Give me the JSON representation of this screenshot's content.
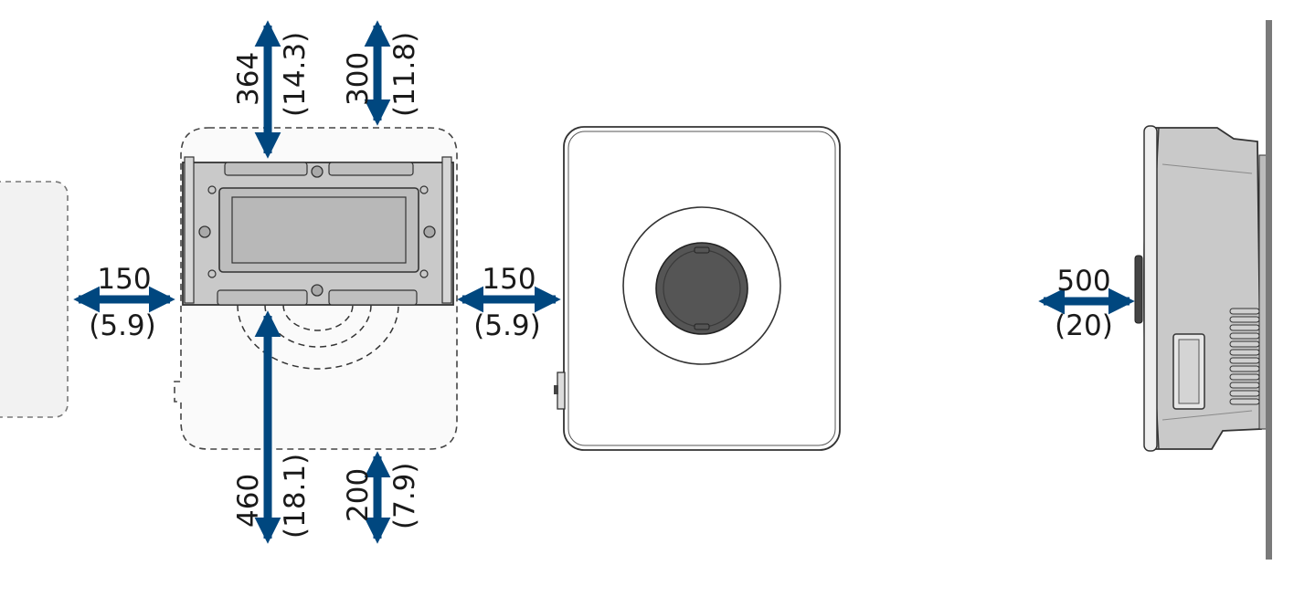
{
  "colors": {
    "arrow": "#00477f",
    "outline": "#333333",
    "fill_light": "#f2f2f2",
    "fill_grey": "#c9c9c9",
    "fill_dark": "#555555",
    "wall": "#7a7a7a"
  },
  "dimensions": {
    "top_left": {
      "mm": "364",
      "inch": "(14.3)"
    },
    "top_right": {
      "mm": "300",
      "inch": "(11.8)"
    },
    "left": {
      "mm": "150",
      "inch": "(5.9)"
    },
    "right": {
      "mm": "150",
      "inch": "(5.9)"
    },
    "bottom_left": {
      "mm": "460",
      "inch": "(18.1)"
    },
    "bottom_right": {
      "mm": "200",
      "inch": "(7.9)"
    },
    "front": {
      "mm": "500",
      "inch": "(20)"
    }
  }
}
